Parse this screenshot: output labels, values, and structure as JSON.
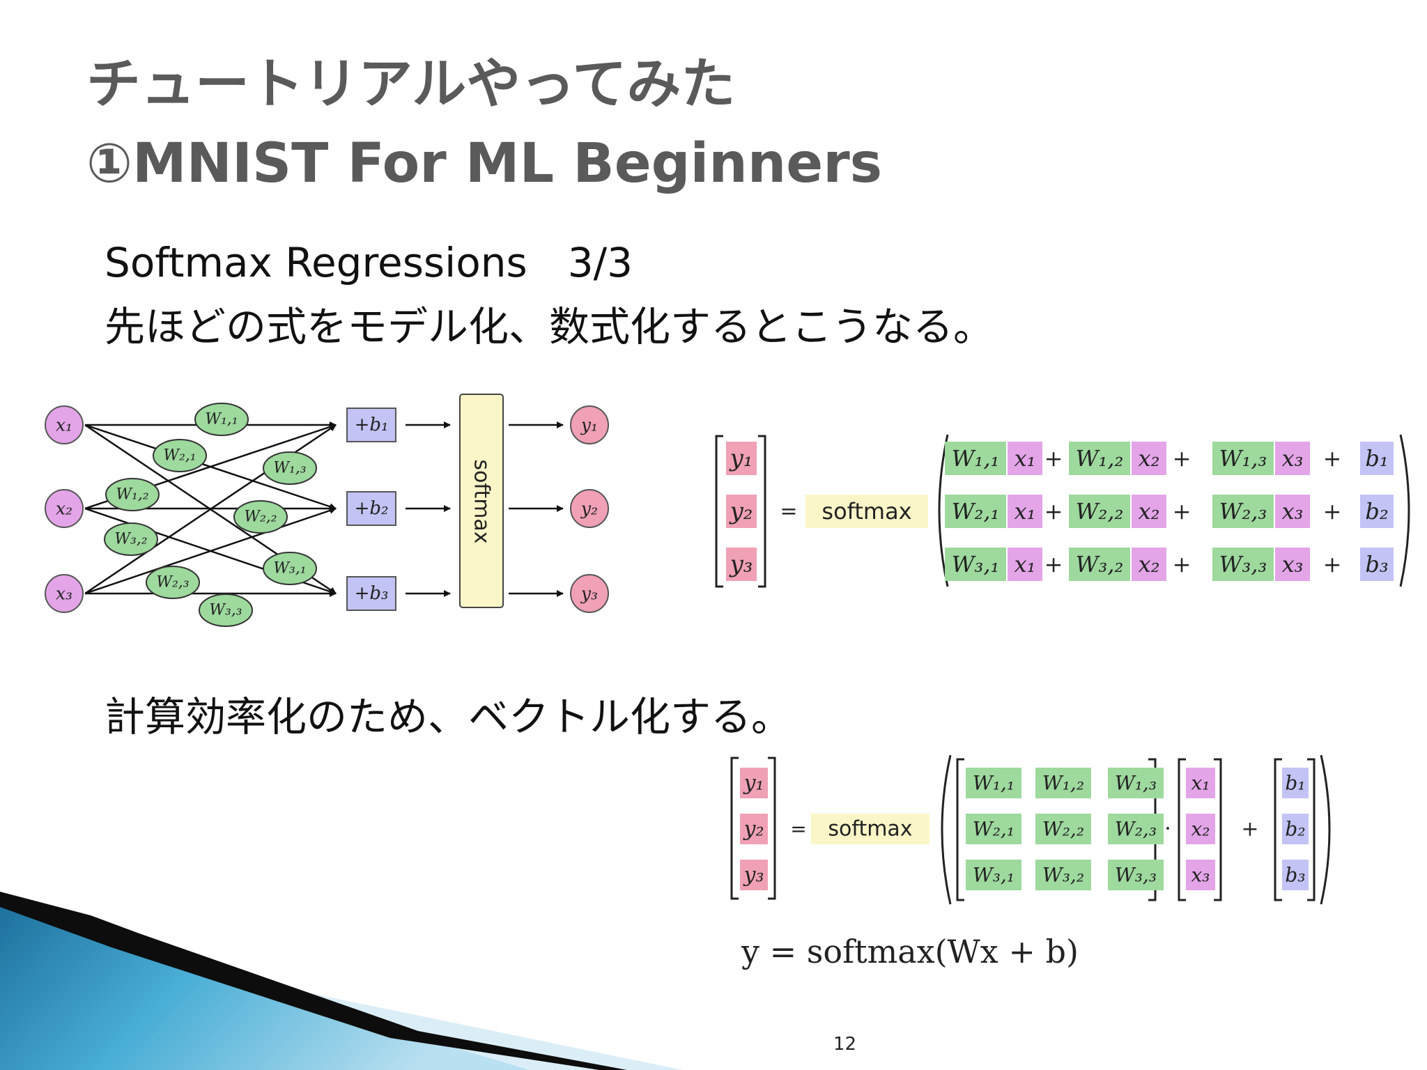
{
  "slide": {
    "title_line1": "チュートリアルやってみた",
    "title_line2": "①MNIST For ML Beginners",
    "subtitle": "Softmax Regressions　3/3",
    "desc1": "先ほどの式をモデル化、数式化するとこうなる。",
    "desc2": "計算効率化のため、ベクトル化する。",
    "page_number": "12"
  },
  "network": {
    "inputs": [
      "x₁",
      "x₂",
      "x₃"
    ],
    "weights": [
      "W₁,₁",
      "W₂,₁",
      "W₁,₃",
      "W₁,₂",
      "W₂,₂",
      "W₃,₂",
      "W₃,₁",
      "W₂,₃",
      "W₃,₃"
    ],
    "biases": [
      "+b₁",
      "+b₂",
      "+b₃"
    ],
    "softmax_label": "softmax",
    "outputs": [
      "y₁",
      "y₂",
      "y₃"
    ]
  },
  "expanded": {
    "y": [
      "y₁",
      "y₂",
      "y₃"
    ],
    "equals": "=",
    "softmax": "softmax",
    "plus": "+",
    "rows": [
      [
        "W₁,₁",
        "x₁",
        "W₁,₂",
        "x₂",
        "W₁,₃",
        "x₃",
        "b₁"
      ],
      [
        "W₂,₁",
        "x₁",
        "W₂,₂",
        "x₂",
        "W₂,₃",
        "x₃",
        "b₂"
      ],
      [
        "W₃,₁",
        "x₁",
        "W₃,₂",
        "x₂",
        "W₃,₃",
        "x₃",
        "b₃"
      ]
    ]
  },
  "vectorized": {
    "y": [
      "y₁",
      "y₂",
      "y₃"
    ],
    "equals": "=",
    "softmax": "softmax",
    "W": [
      [
        "W₁,₁",
        "W₁,₂",
        "W₁,₃"
      ],
      [
        "W₂,₁",
        "W₂,₂",
        "W₂,₃"
      ],
      [
        "W₃,₁",
        "W₃,₂",
        "W₃,₃"
      ]
    ],
    "dot": "·",
    "x": [
      "x₁",
      "x₂",
      "x₃"
    ],
    "plus": "+",
    "b": [
      "b₁",
      "b₂",
      "b₃"
    ]
  },
  "formula": "y = softmax(Wx + b)",
  "colors": {
    "x": "#e3a5e8",
    "W": "#9ed99e",
    "b": "#c3c3f5",
    "y": "#f0a1b5",
    "softmax": "#fbf6c8",
    "title": "#5a5a5a",
    "decor_dark": "#0e0e0e",
    "decor_blue": "#2b87b3"
  }
}
